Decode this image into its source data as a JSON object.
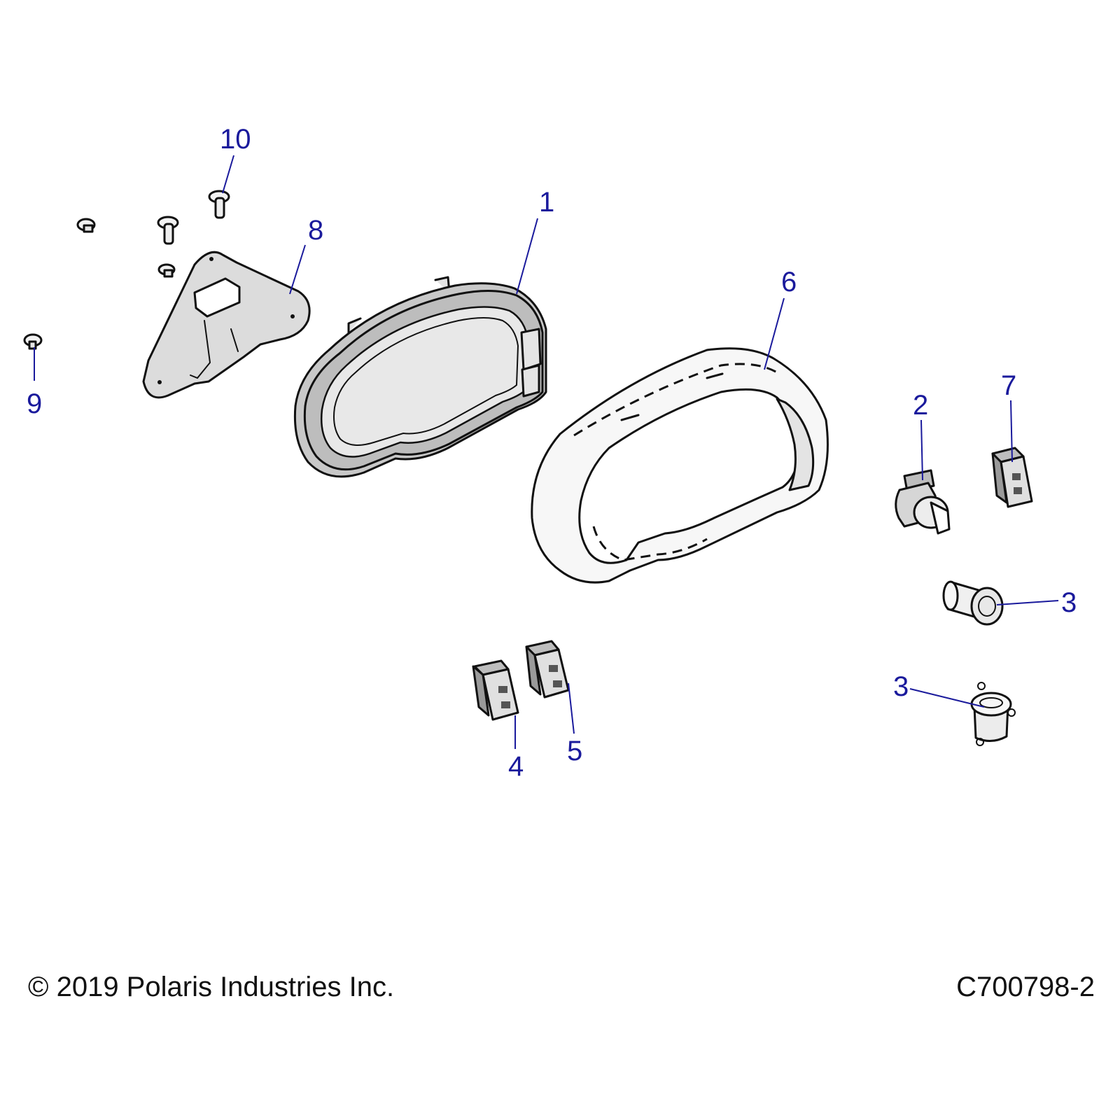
{
  "callouts": {
    "c1": "1",
    "c2": "2",
    "c3a": "3",
    "c3b": "3",
    "c4": "4",
    "c5": "5",
    "c6": "6",
    "c7": "7",
    "c8": "8",
    "c9": "9",
    "c10": "10"
  },
  "footer": {
    "copyright": "© 2019 Polaris Industries Inc.",
    "drawing_number": "C700798-2"
  },
  "colors": {
    "callout": "#1a1a9c",
    "line": "#111111",
    "part_fill_light": "#f7f7f7",
    "part_fill_gray": "#d9d9d9"
  }
}
